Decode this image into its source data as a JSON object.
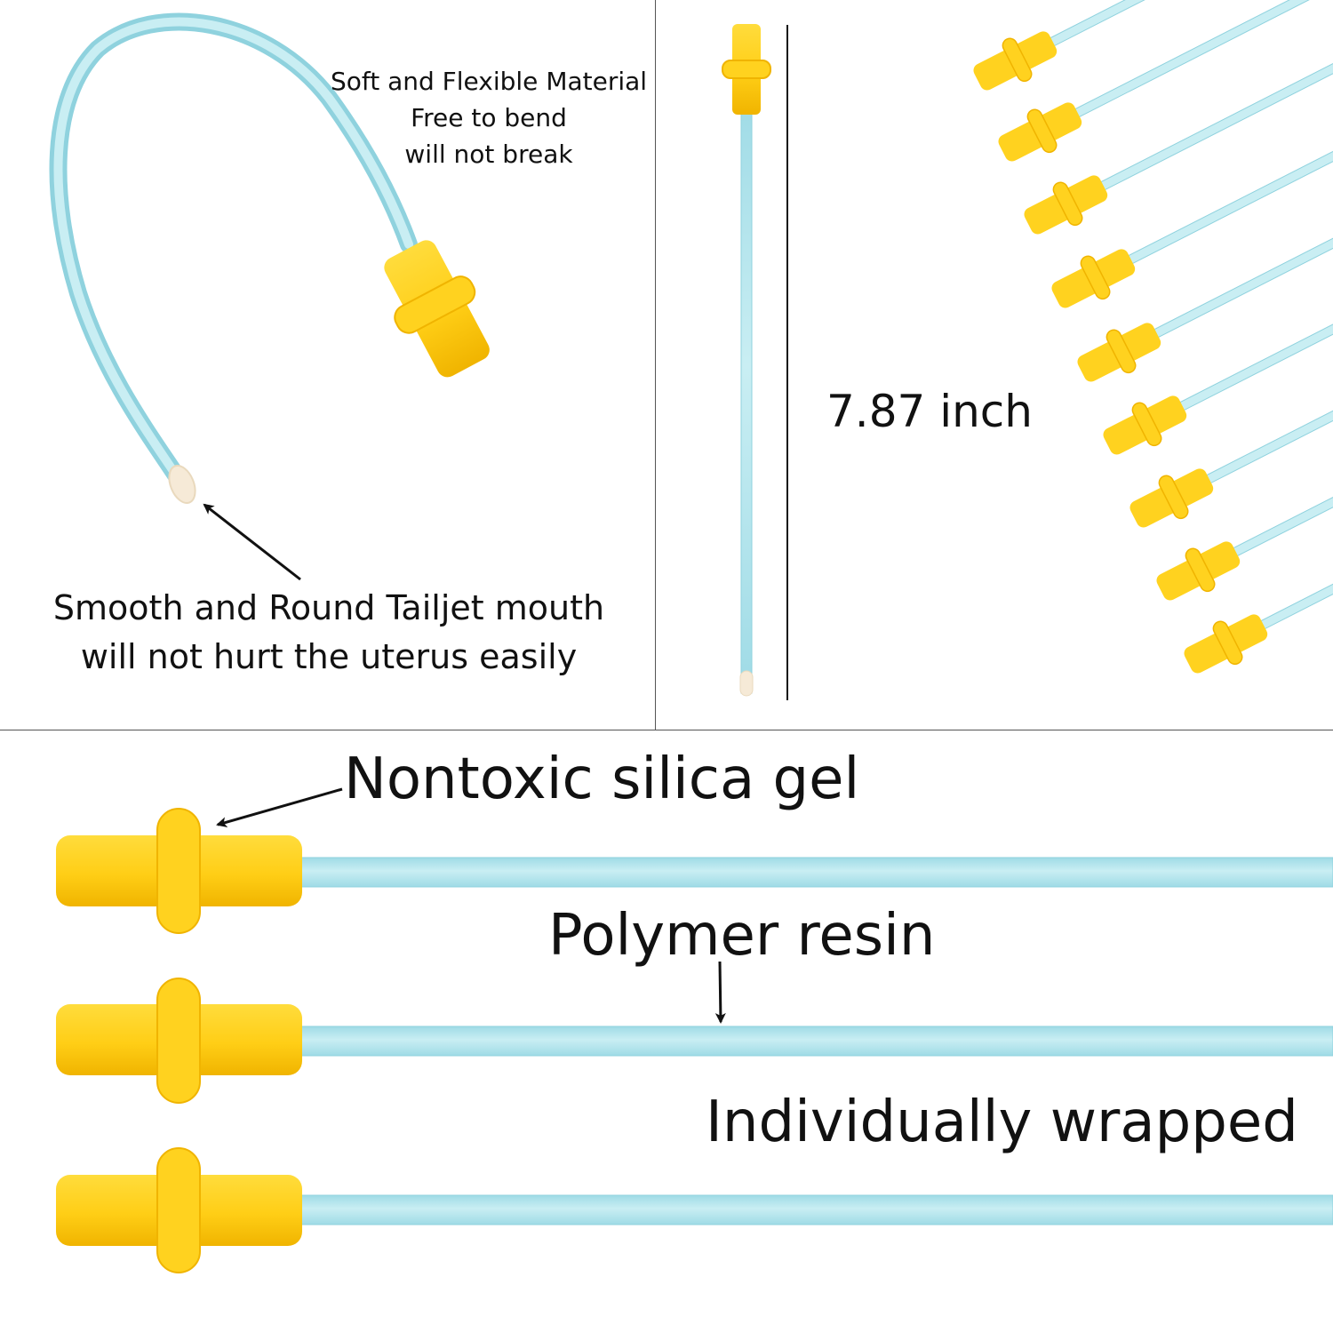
{
  "colors": {
    "tube": "#b7e6ee",
    "tube_edge": "#8fd2de",
    "hub": "#ffd21f",
    "hub_dark": "#f2b705",
    "tip": "#f6ead7",
    "line": "#111111"
  },
  "top_left": {
    "material_lines": [
      "Soft and Flexible Material",
      "Free to bend",
      "will not break"
    ],
    "tip_lines": [
      "Smooth and Round Tailjet mouth",
      "will not hurt the uterus easily"
    ]
  },
  "top_middle": {
    "length_label": "7.87 inch"
  },
  "bottom": {
    "label_hub": "Nontoxic silica gel",
    "label_tube": "Polymer resin",
    "label_pack": "Individually wrapped"
  },
  "icons": [
    "arrow-icon"
  ]
}
